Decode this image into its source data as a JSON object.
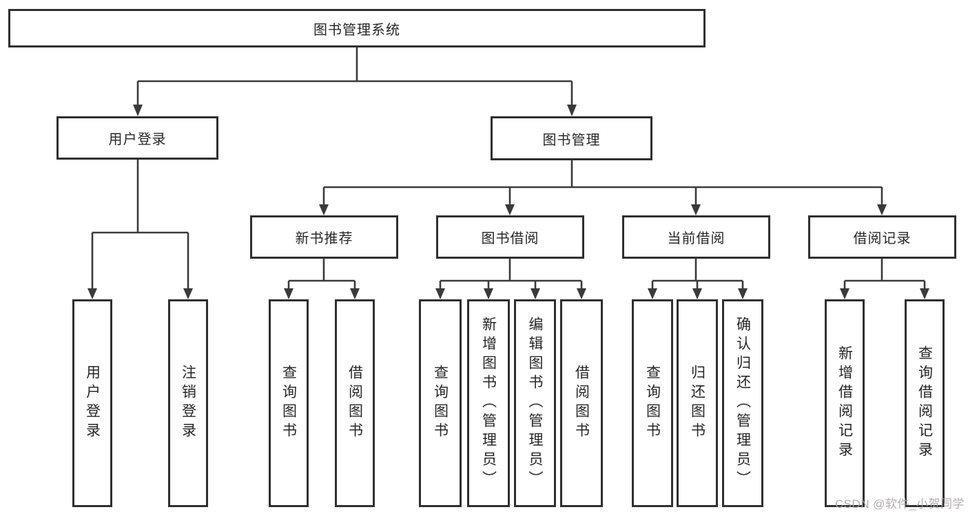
{
  "tree": {
    "root": {
      "label": "图书管理系统",
      "children": [
        {
          "label": "用户登录",
          "children": [
            {
              "label": "用户登录"
            },
            {
              "label": "注销登录"
            }
          ]
        },
        {
          "label": "图书管理",
          "children": [
            {
              "label": "新书推荐",
              "children": [
                {
                  "label": "查询图书"
                },
                {
                  "label": "借阅图书"
                }
              ]
            },
            {
              "label": "图书借阅",
              "children": [
                {
                  "label": "查询图书"
                },
                {
                  "label": "新增图书（管理员）"
                },
                {
                  "label": "编辑图书（管理员）"
                },
                {
                  "label": "借阅图书"
                }
              ]
            },
            {
              "label": "当前借阅",
              "children": [
                {
                  "label": "查询图书"
                },
                {
                  "label": "归还图书"
                },
                {
                  "label": "确认归还（管理员）"
                }
              ]
            },
            {
              "label": "借阅记录",
              "children": [
                {
                  "label": "新增借阅记录"
                },
                {
                  "label": "查询借阅记录"
                }
              ]
            }
          ]
        }
      ]
    }
  },
  "watermark": {
    "text": "CSDN @软件_小贺同学"
  },
  "colors": {
    "line": "#3a3a3a",
    "border": "#2f2f2f",
    "fill": "#ffffff",
    "text": "#262626",
    "background": "#ffffff",
    "watermark": "#a9a5a5"
  }
}
